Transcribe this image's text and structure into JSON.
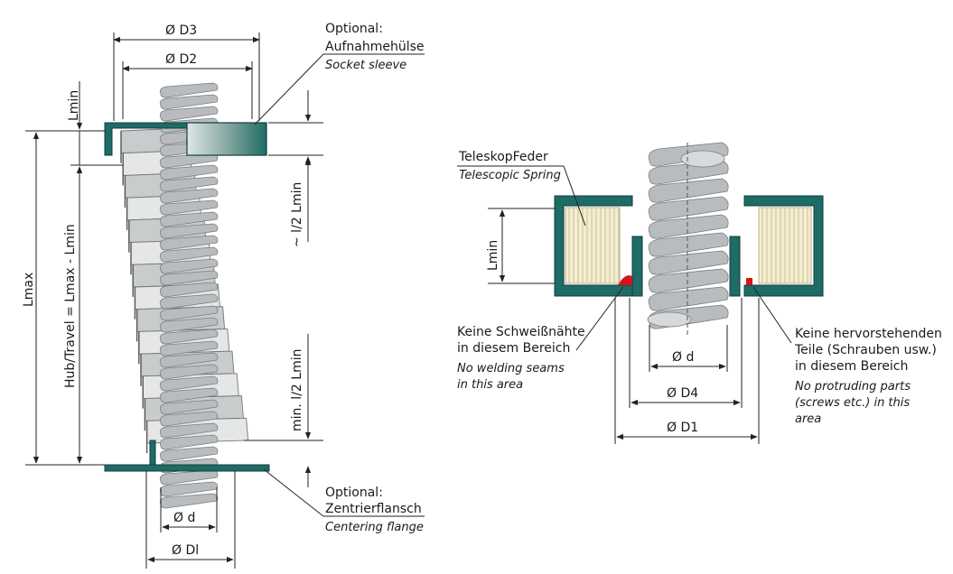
{
  "left_figure": {
    "d3_label": "Ø D3",
    "d2_label": "Ø D2",
    "lmin_label": "Lmin",
    "lmax_label": "Lmax",
    "travel_label": "Hub/Travel = Lmax - Lmin",
    "half_lmin_label": "~ l/2 Lmin",
    "min_half_lmin_label": "min. l/2 Lmin",
    "d_label": "Ø d",
    "d1_label": "Ø Dl",
    "socket_sleeve": {
      "optional": "Optional:",
      "de": "Aufnahmehülse",
      "en": "Socket sleeve"
    },
    "centering_flange": {
      "optional": "Optional:",
      "de": "Zentrierflansch",
      "en": "Centering flange"
    }
  },
  "right_figure": {
    "spring_de": "TeleskopFeder",
    "spring_en": "Telescopic Spring",
    "lmin_label": "Lmin",
    "d_label": "Ø d",
    "d4_label": "Ø D4",
    "d1_label": "Ø D1",
    "welding_de": [
      "Keine Schweißnähte",
      "in diesem Bereich"
    ],
    "welding_en": [
      "No welding seams",
      "in this area"
    ],
    "protruding_de": [
      "Keine hervorstehenden",
      "Teile (Schrauben usw.)",
      "in diesem Bereich"
    ],
    "protruding_en": [
      "No protruding parts",
      "(screws etc.) in this",
      "area"
    ]
  },
  "colors": {
    "teal": "#1f6b66",
    "red_marker": "#d8121b",
    "spring_fill": "#f5edcf"
  }
}
